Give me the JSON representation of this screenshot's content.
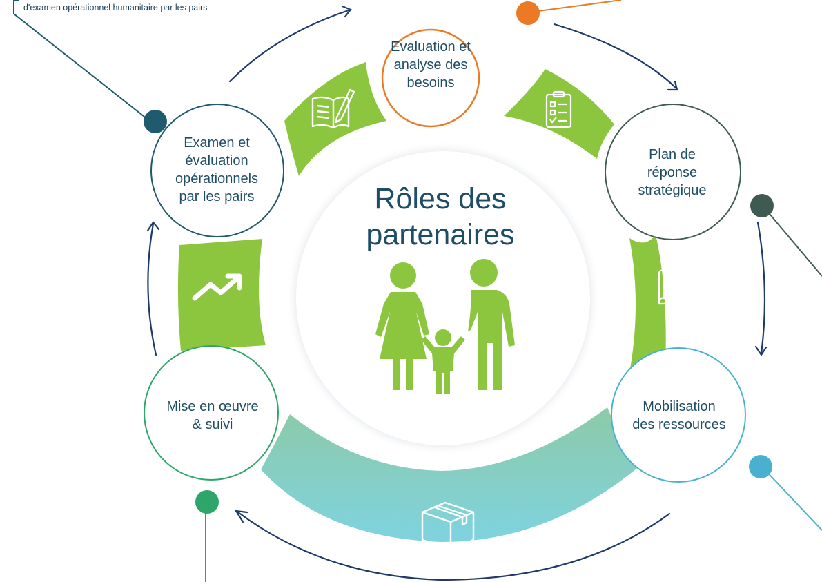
{
  "top_note": "d'examen opérationnel humanitaire par les pairs",
  "center": {
    "title_line1": "Rôles des",
    "title_line2": "partenaires"
  },
  "stages": [
    {
      "lines": [
        "Evaluation et",
        "analyse des",
        "besoins"
      ],
      "color": "#ec7a25"
    },
    {
      "lines": [
        "Plan de",
        "réponse",
        "stratégique"
      ],
      "color": "#3f5a50"
    },
    {
      "lines": [
        "Mobilisation",
        "des ressources"
      ],
      "color": "#49b1cf"
    },
    {
      "lines": [
        "Mise en œuvre",
        "& suivi"
      ],
      "color": "#2ea66b"
    },
    {
      "lines": [
        "Examen et",
        "évaluation",
        "opérationnels",
        "par les pairs"
      ],
      "color": "#1f5a6e"
    }
  ],
  "colors": {
    "segment_green": "#8cc63f",
    "segment_teal": "#7fd0dc",
    "arrow": "#1d3a6b",
    "text": "#1f4d66",
    "icon_white": "#ffffff"
  },
  "icons": [
    "book-pencil-icon",
    "checklist-icon",
    "blueprint-icon",
    "package-box-icon",
    "trend-arrow-icon",
    "family-icon"
  ]
}
